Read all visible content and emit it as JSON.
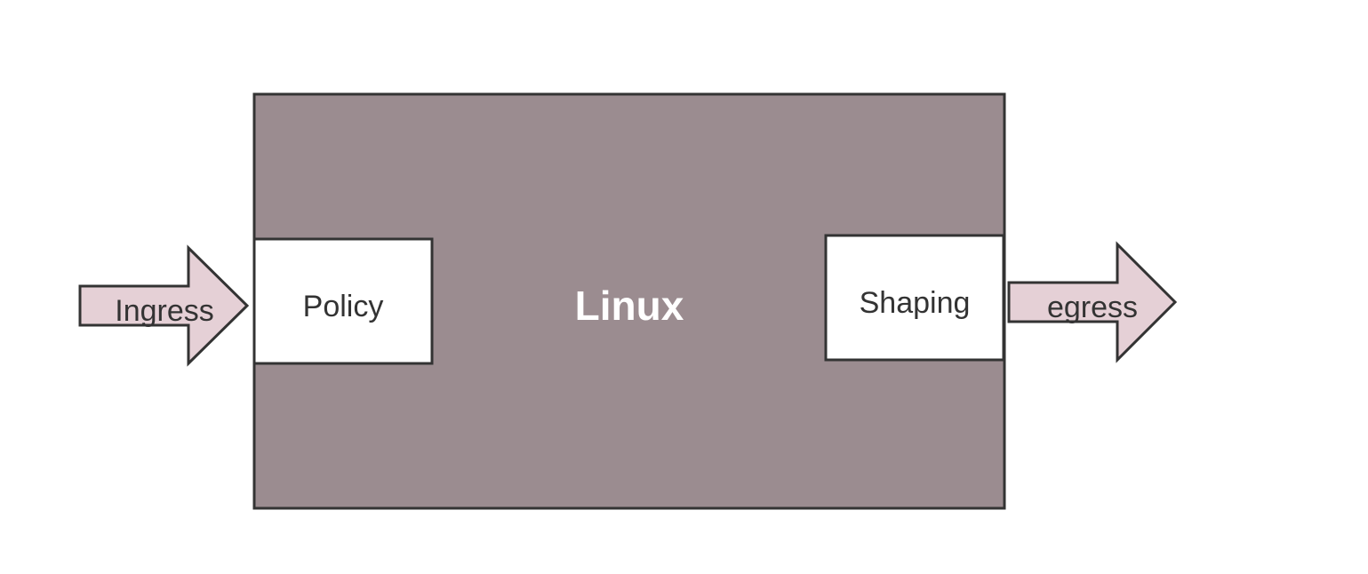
{
  "diagram": {
    "linux_label": "Linux",
    "policy_label": "Policy",
    "shaping_label": "Shaping",
    "ingress_label": "Ingress",
    "egress_label": "egress"
  },
  "colors": {
    "linux_fill": "#9b8c90",
    "arrow_fill": "#e5d0d6",
    "box_fill": "#ffffff",
    "stroke": "#333333",
    "linux_text": "#ffffff",
    "label_text": "#333333"
  }
}
